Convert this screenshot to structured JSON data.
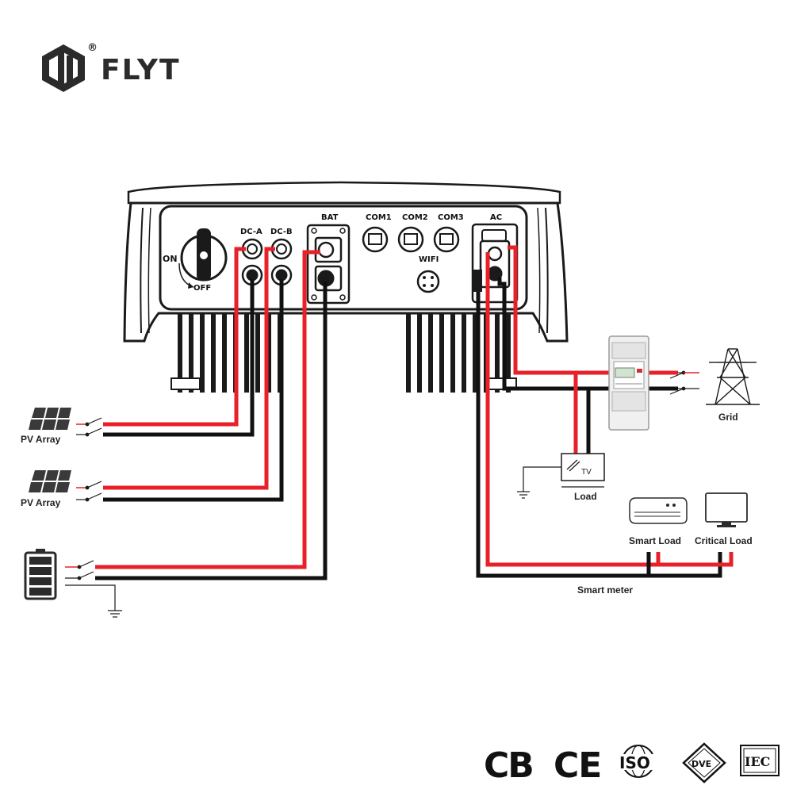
{
  "brand": {
    "name": "FLYT",
    "registered": "®"
  },
  "inverter": {
    "switch_on": "ON",
    "switch_off": "OFF",
    "ports": {
      "dc_a": "DC-A",
      "dc_b": "DC-B",
      "bat": "BAT",
      "com1": "COM1",
      "com2": "COM2",
      "com3": "COM3",
      "wifi": "WIFI",
      "ac": "AC"
    }
  },
  "sources": {
    "pv1": "PV Array",
    "pv2": "PV Array"
  },
  "loads": {
    "load": "Load",
    "tv": "TV",
    "smart_load": "Smart Load",
    "critical_load": "Critical Load"
  },
  "grid": "Grid",
  "smart_meter": "Smart meter",
  "certifications": {
    "cb": "CB",
    "ce": "CE",
    "iso": "ISO",
    "dve": "DVE",
    "iec": "IEC"
  },
  "colors": {
    "positive_wire": "#e8202a",
    "negative_wire": "#111111",
    "outline": "#1a1a1a",
    "brand": "#2b2b2b"
  }
}
